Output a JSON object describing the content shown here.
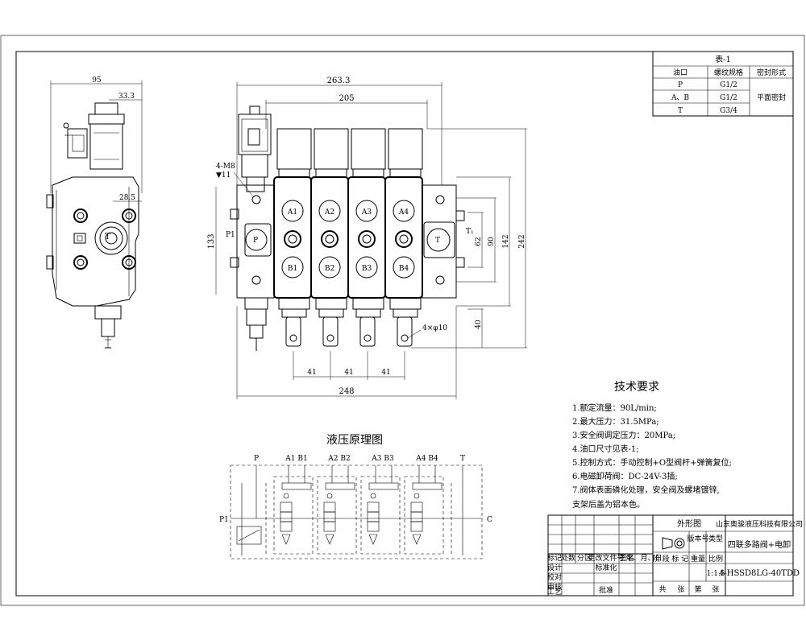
{
  "table1": {
    "title": "表-1",
    "headers": [
      "油口",
      "螺纹规格",
      "密封形式"
    ],
    "rows": [
      [
        "P",
        "G1/2",
        ""
      ],
      [
        "A、B",
        "G1/2",
        "平面密封"
      ],
      [
        "T",
        "G3/4",
        ""
      ]
    ]
  },
  "dimensions": {
    "side_width": "95",
    "side_top": "33.3",
    "side_mid": "28.5",
    "side_height": "133",
    "front_total": "263.3",
    "front_inner": "205",
    "bolt": "4-M8",
    "bolt_depth": "▼11",
    "height_62": "62",
    "height_90": "90",
    "height_142": "142",
    "height_242": "242",
    "height_40": "40",
    "hole": "4×φ10",
    "pitch1": "41",
    "pitch2": "41",
    "pitch3": "41",
    "bottom_total": "248"
  },
  "ports": {
    "P1": "P1",
    "P": "P",
    "T": "T",
    "T1": "T₁",
    "A1": "A1",
    "A2": "A2",
    "A3": "A3",
    "A4": "A4",
    "B1": "B1",
    "B2": "B2",
    "B3": "B3",
    "B4": "B4",
    "side_T": "T"
  },
  "hydraulic": {
    "title": "液压原理图",
    "P": "P",
    "T": "T",
    "labels": [
      "A1  B1",
      "A2  B2",
      "A3  B3",
      "A4  B4"
    ],
    "P1": "P1",
    "C": "C"
  },
  "tech": {
    "title": "技术要求",
    "items": [
      "1.额定流量：90L/min;",
      "2.最大压力：31.5MPa;",
      "3.安全阀调定压力：20MPa;",
      "4.油口尺寸见表-1;",
      "5.控制方式：手动控制+O型阀杆+弹簧复位;",
      "6.电磁卸荷阀：DC-24V-3插;",
      "7.阀体表面磷化处理，安全阀及螺堵镀锌,",
      "  支架后盖为铝本色。"
    ]
  },
  "titleblock": {
    "drawing": "外形图",
    "company": "山东奥骏液压科技有限公司",
    "part_name": "四联多路阀+电卸",
    "part_no": "4-HSSD8LG-40TDD",
    "version": "版本号",
    "type": "类型",
    "scale_label": "比例",
    "scale": "1:1.5",
    "weight": "重量",
    "stage": "阶 段 标 记",
    "row_mark": "标记",
    "row_count": "处数",
    "row_zone": "分区",
    "row_change": "更改文件号",
    "row_sign": "签名",
    "row_date": "年、月、日",
    "design": "设计",
    "standard": "标准化",
    "check": "校对",
    "review": "审核",
    "process": "工艺",
    "approve": "批准",
    "total": "共",
    "sheet": "张",
    "page": "第",
    "sheet2": "张"
  }
}
